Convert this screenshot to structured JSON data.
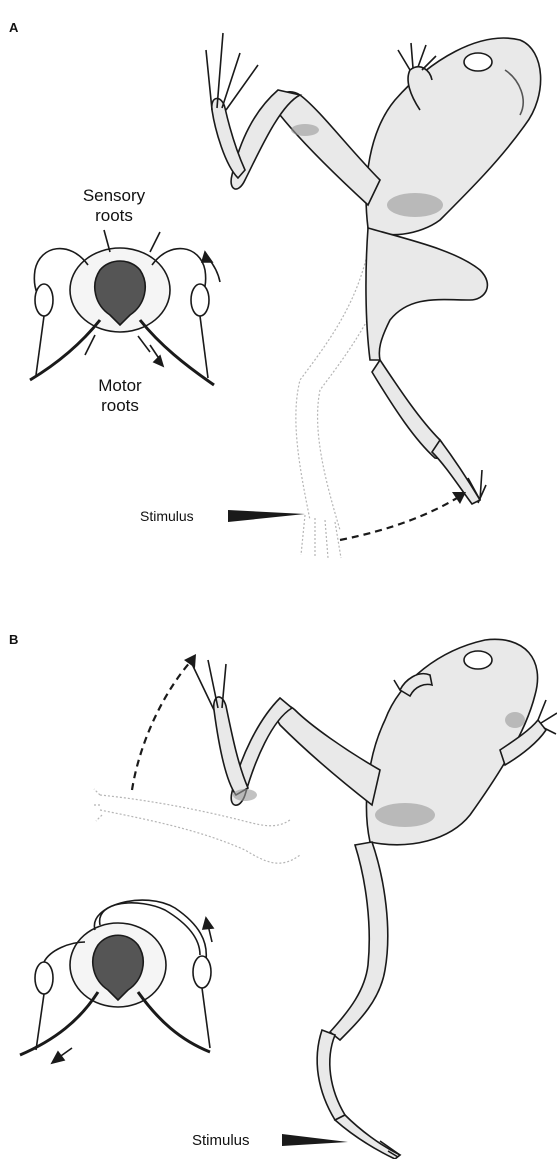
{
  "panels": [
    {
      "letter": "A",
      "sensory_label_line1": "Sensory",
      "sensory_label_line2": "roots",
      "motor_label_line1": "Motor",
      "motor_label_line2": "roots",
      "stimulus_label": "Stimulus"
    },
    {
      "letter": "B",
      "stimulus_label": "Stimulus"
    }
  ],
  "colors": {
    "ink": "#1a1a1a",
    "skin": "#e9e9e9",
    "skin_shade": "#9a9a9a",
    "ghost": "#b5b5b5"
  },
  "icons": [
    "frog-illustration",
    "spinal-cord-cross-section",
    "dashed-motion-arrow",
    "stimulus-pointer"
  ]
}
